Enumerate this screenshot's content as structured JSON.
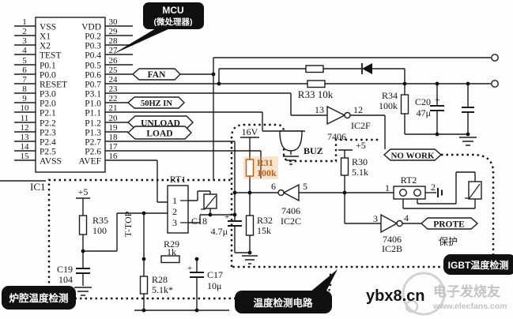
{
  "mcu": {
    "callout_title": "MCU",
    "callout_subtitle": "(微处理器)",
    "designator": "IC1",
    "left_pins": [
      {
        "num": "1",
        "label": "VSS"
      },
      {
        "num": "2",
        "label": "X1"
      },
      {
        "num": "3",
        "label": "X2"
      },
      {
        "num": "4",
        "label": "TEST"
      },
      {
        "num": "5",
        "label": "P0.1"
      },
      {
        "num": "6",
        "label": "P0.0"
      },
      {
        "num": "7",
        "label": "RESET"
      },
      {
        "num": "8",
        "label": "P3.0"
      },
      {
        "num": "9",
        "label": "P2.0"
      },
      {
        "num": "10",
        "label": "P2.1"
      },
      {
        "num": "11",
        "label": "P2.2"
      },
      {
        "num": "12",
        "label": "P2.3"
      },
      {
        "num": "13",
        "label": "P2.4"
      },
      {
        "num": "14",
        "label": "P2.5"
      },
      {
        "num": "15",
        "label": "AVSS"
      }
    ],
    "right_pins": [
      {
        "num": "30",
        "label": "VDD"
      },
      {
        "num": "29",
        "label": "P0.2"
      },
      {
        "num": "28",
        "label": "P0.3"
      },
      {
        "num": "27",
        "label": "P0.4"
      },
      {
        "num": "26",
        "label": "P0.5"
      },
      {
        "num": "25",
        "label": "P0.6"
      },
      {
        "num": "24",
        "label": "P0.7"
      },
      {
        "num": "23",
        "label": "P3.1"
      },
      {
        "num": "22",
        "label": "P1.0"
      },
      {
        "num": "21",
        "label": "P1.1"
      },
      {
        "num": "20",
        "label": "P1.2"
      },
      {
        "num": "19",
        "label": "P1.3"
      },
      {
        "num": "18",
        "label": "P2.7"
      },
      {
        "num": "17",
        "label": "P2.6"
      },
      {
        "num": "16",
        "label": "AVEF"
      }
    ]
  },
  "flags": {
    "fan": "FAN",
    "hz50": "50HZ IN",
    "unload": "UNLOAD",
    "load": "LOAD",
    "nowork": "NO WORK",
    "prote": "PROTE"
  },
  "regions": {
    "left": "炉腔温度检测",
    "middle": "温度检测电路",
    "right": "IGBT温度检测",
    "protect": "保护"
  },
  "power": {
    "p5_left": "+5",
    "p5_right": "+5",
    "v16": "16V"
  },
  "components": {
    "r28": {
      "name": "R28",
      "value": "5.1k*"
    },
    "r29": {
      "name": "R29",
      "value": "1k"
    },
    "r30": {
      "name": "R30",
      "value": "5.1k"
    },
    "r31": {
      "name": "R31",
      "value": "100k",
      "highlight": "#b4641e"
    },
    "r32": {
      "name": "R32",
      "value": "15k"
    },
    "r33": {
      "label": "R33 10k"
    },
    "r34": {
      "name": "R34",
      "value": "100k"
    },
    "r35": {
      "name": "R35",
      "value": "100"
    },
    "c17": {
      "name": "C17",
      "value": "10μ"
    },
    "c18": {
      "name": "C18",
      "value": "4.7μ"
    },
    "c19": {
      "name": "C19",
      "value": "104"
    },
    "c20": {
      "name": "C20",
      "value": "47μ",
      "plus": "+"
    },
    "rt1": {
      "name": "RT1",
      "pin1": "1",
      "pin2": "2",
      "pin3": "3"
    },
    "rt2": {
      "name": "RT2",
      "pin1": "1",
      "pin2": "2"
    },
    "buz": {
      "name": "BUZ"
    },
    "ttop": {
      "name": "T-TOP"
    },
    "ic2f": {
      "name": "IC2F",
      "type": "7406",
      "pin_in": "13",
      "pin_out": "12"
    },
    "ic2c": {
      "name": "IC2C",
      "type": "7406",
      "pin_in": "5",
      "pin_out": "6"
    },
    "ic2b": {
      "name": "IC2B",
      "type": "7406",
      "pin_in": "3",
      "pin_out": "4"
    }
  },
  "watermark": {
    "site": "ybx8.cn",
    "brand": "电子发烧友",
    "url": "www.elecfans.com"
  },
  "colors": {
    "highlight": "#b4641e",
    "line": "#1c1c1c",
    "label_bg": "#101010"
  }
}
